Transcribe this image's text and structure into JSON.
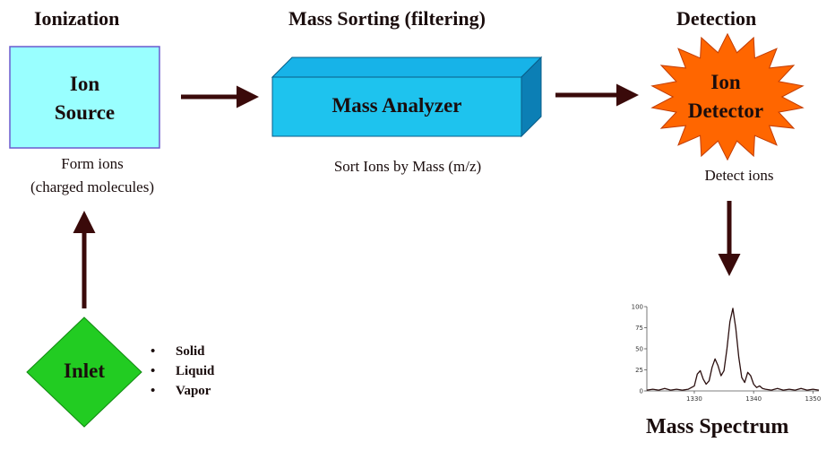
{
  "stages": {
    "ionization": {
      "heading": "Ionization",
      "box_label_line1": "Ion",
      "box_label_line2": "Source",
      "caption_line1": "Form ions",
      "caption_line2": "(charged molecules)"
    },
    "sorting": {
      "heading": "Mass Sorting (filtering)",
      "box_label": "Mass Analyzer",
      "caption": "Sort Ions by Mass (m/z)"
    },
    "detection": {
      "heading": "Detection",
      "box_label_line1": "Ion",
      "box_label_line2": "Detector",
      "caption": "Detect  ions"
    }
  },
  "inlet": {
    "label": "Inlet",
    "phases": [
      "Solid",
      "Liquid",
      "Vapor"
    ]
  },
  "spectrum": {
    "title": "Mass Spectrum",
    "chart_data": {
      "type": "line",
      "xlim": [
        1322,
        1351
      ],
      "ylim": [
        0,
        100
      ],
      "x_ticks": [
        1330,
        1340,
        1350
      ],
      "y_ticks": [
        0,
        25,
        50,
        75,
        100
      ],
      "x": [
        1322,
        1323,
        1324,
        1325,
        1326,
        1327,
        1328,
        1329,
        1330,
        1330.5,
        1331,
        1331.5,
        1332,
        1332.5,
        1333,
        1333.5,
        1334,
        1334.5,
        1335,
        1335.5,
        1336,
        1336.5,
        1337,
        1337.5,
        1338,
        1338.5,
        1339,
        1339.5,
        1340,
        1340.5,
        1341,
        1341.5,
        1342,
        1343,
        1344,
        1345,
        1346,
        1347,
        1348,
        1349,
        1350,
        1351
      ],
      "y": [
        1,
        2,
        1,
        3,
        1,
        2,
        1,
        2,
        6,
        20,
        24,
        14,
        8,
        12,
        28,
        38,
        30,
        18,
        24,
        50,
        82,
        98,
        74,
        40,
        16,
        10,
        22,
        18,
        8,
        4,
        6,
        3,
        2,
        1,
        3,
        1,
        2,
        1,
        3,
        1,
        2,
        1
      ],
      "colors": {
        "line": "#2b0f0f"
      }
    }
  },
  "colors": {
    "ion_source_fill": "#99ffff",
    "ion_source_border": "#6a5acd",
    "analyzer_front": "#1ec3ee",
    "analyzer_top": "#17b3e8",
    "analyzer_side": "#0c7fb5",
    "detector_fill": "#ff6600",
    "inlet_fill": "#22cc22",
    "arrow": "#3a0a0a"
  }
}
